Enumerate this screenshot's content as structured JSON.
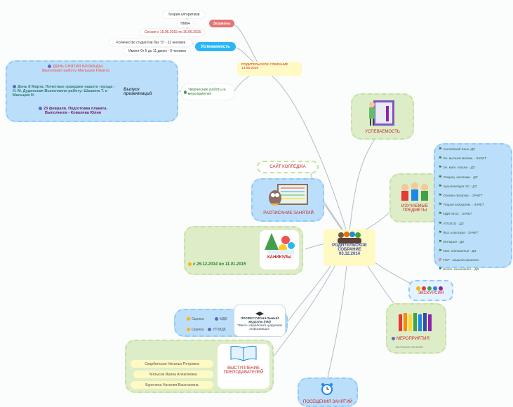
{
  "colors": {
    "line": "#b0bec5",
    "green_bg": "#dcedc8",
    "blue_bg": "#bbdefb",
    "yellow_bg": "#fff9c4",
    "red_text": "#c62828",
    "blue_pill": "#29b6f6",
    "red_pill": "#e57373"
  },
  "exams": {
    "label": "Экзамены",
    "items": [
      "Теория алгоритмов",
      "ПМ04",
      "Сессия с 15.06.2015 по 30.06.2015"
    ]
  },
  "progress": {
    "label": "Успеваемость",
    "items": [
      "Количество студентов без \"2\" - 11 человек",
      "Имеют 0т 5 до 11 двоек - 9 человек"
    ]
  },
  "creative": {
    "label": "Творческие работы и мероприятия",
    "sublabel": "Выпуск презентаций",
    "items": [
      "ДЕНЬ СНЯТИЯ БЛОКАДЫ: Выполнил работу Мальцев Никита",
      "День 8 Марта. Почетные граждане нашего города - Н. М. Дудинская Выполнили работу: Шашина Т. и Мальцев Н.",
      "23 февраля. Подготовка плаката. Выполнила - Ковалева Юлия"
    ]
  },
  "meeting_note": {
    "title": "РОДИТЕЛЬСКОЕ СОБРАНИЕ",
    "date": "14.05.2015"
  },
  "center": {
    "title": "РОДИТЕЛЬСКОЕ СОБРАНИЕ",
    "date": "03.12.2014",
    "icon": "people-group-icon"
  },
  "branches": {
    "performance": "УСПЕВАЕМОСТЬ",
    "site": "САЙТ КОЛЛЕДЖА",
    "schedule": "РАСПИСАНИЕ ЗАНЯТИЙ",
    "holidays": "КАНИКУЛЫ",
    "holidays_dates": "с 29.12.2014 по 11.01.2015",
    "subjects_title": "ИЗУЧАЕМЫЕ ПРЕДМЕТЫ",
    "excursion": "ЭКСКУРСИЯ",
    "events": "МЕРОПРИЯТИЯ",
    "events_sub": "Волчанка Наталия",
    "module_title": "ПРОФЕССИОНАЛЬНЫЙ МОДУЛЬ (ПМ)",
    "module_sub": "\"Ввод и обработка цифровой информации\"",
    "module_items": [
      {
        "grade": "Оценка",
        "name": "МДК"
      },
      {
        "grade": "Оценка",
        "name": "УП МДК"
      }
    ],
    "teachers_title": "ВЫСТУПЛЕНИЕ ПРЕПОДАВАТЕЛЕЙ",
    "teachers": [
      "Скарбинская Наталья Петровна",
      "Матысик Ирина Алексеевна",
      "Буренина Наталия Васильевна"
    ],
    "attendance": "ПОСЕЩЕНИЯ ЗАНЯТИЙ"
  },
  "subjects": [
    "Английский язык -ДЗ",
    "Эл. высшей матем. - ЗАЧЕТ",
    "Эл. мат. логики - ДЗ",
    "Операц. системы - ДЗ",
    "Архитектура ЭС - ДЗ",
    "Основы програм. - ЗАЧЕТ",
    "Теория алгоритм. - ЗАЧЕТ",
    "МДК 04.01 - ЗАЧЕТ",
    "УП 04.01 - ДЗ",
    "Физ. культура - ЗАЧЕТ",
    "История - ДЗ",
    "Ман. отношения - ДЗ",
    "ТОР - защита проекта",
    "Безоп. жизнедеят. - ДЗ"
  ]
}
